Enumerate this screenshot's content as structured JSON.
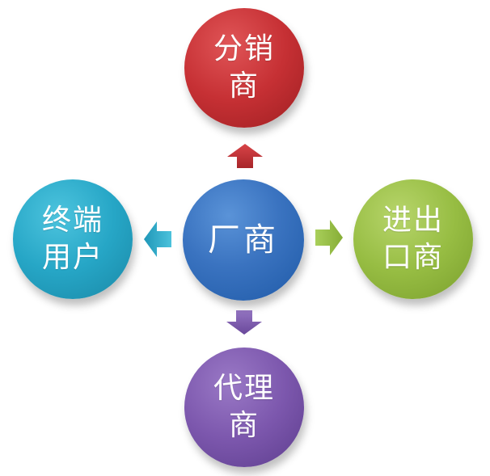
{
  "diagram": {
    "center": {
      "label": "厂商",
      "color": "#3a73c0"
    },
    "top": {
      "label": "分销\n商",
      "color": "#c63034"
    },
    "bottom": {
      "label": "代理\n商",
      "color": "#7c57ad"
    },
    "left": {
      "label": "终端\n用户",
      "color": "#26a6c6"
    },
    "right": {
      "label": "进出\n口商",
      "color": "#97bd43"
    }
  },
  "arrows": {
    "up": {
      "color": "#c63034"
    },
    "down": {
      "color": "#7c57ad"
    },
    "left": {
      "color": "#26a6c6"
    },
    "right": {
      "color": "#97bd43"
    }
  }
}
